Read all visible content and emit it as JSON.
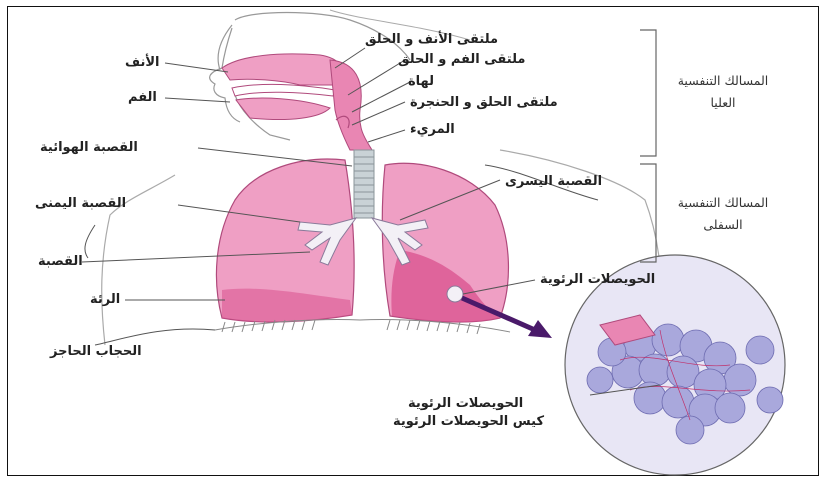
{
  "labels": {
    "nose_pharynx": "ملتقى الأنف و الحلق",
    "mouth_pharynx": "ملتقى الفم و الحلق",
    "uvula": "لهاة",
    "pharynx_larynx": "ملتقى الحلق و الحنجرة",
    "esophagus": "المريء",
    "nose": "الأنف",
    "mouth": "الفم",
    "trachea": "القصبة الهوائية",
    "right_bronchus": "القصبة اليمنى",
    "left_bronchus": "القصبة اليسرى",
    "bronchus": "القصبة",
    "lung": "الرئة",
    "diaphragm": "الحجاب الحاجز",
    "alveoli": "الحويصلات الرئوية",
    "alveoli_zoom_1": "الحويصلات الرئوية",
    "alveoli_zoom_2": "كيس الحويصلات الرئوية"
  },
  "categories": {
    "upper_line1": "المسالك التنفسية",
    "upper_line2": "العليا",
    "lower_line1": "المسالك التنفسية",
    "lower_line2": "السفلى"
  },
  "colors": {
    "lung_pink": "#ef9fc4",
    "lung_dark": "#d9508e",
    "airway": "#e986b3",
    "alveoli_blue": "#a9a8dc",
    "arrow": "#4a1a6a",
    "trachea_gray": "#c9d2d6"
  }
}
